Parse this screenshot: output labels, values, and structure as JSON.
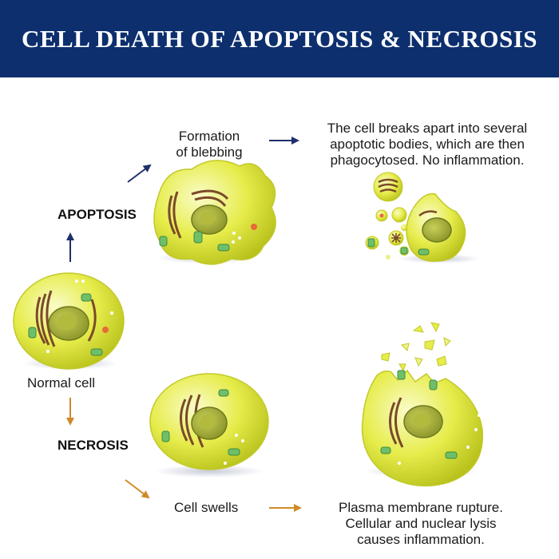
{
  "header": {
    "title": "CELL DEATH OF APOPTOSIS & NECROSIS"
  },
  "labels": {
    "apoptosis": "APOPTOSIS",
    "necrosis": "NECROSIS",
    "normal_cell": "Normal cell",
    "blebbing": [
      "Formation",
      "of blebbing"
    ],
    "apoptotic_bodies": [
      "The cell breaks apart into several",
      "apoptotic bodies, which are then",
      "phagocytosed.  No inflammation."
    ],
    "cell_swells": "Cell swells",
    "rupture": [
      "Plasma membrane rupture.",
      "Cellular and nuclear lysis",
      "causes inflammation."
    ]
  },
  "colors": {
    "header_bg": "#0d2f6e",
    "apoptosis_arrow": "#1f2f6b",
    "necrosis_arrow": "#d08a2a",
    "cell_fill": "#e6ec4a",
    "nucleus": "#9aa534"
  }
}
